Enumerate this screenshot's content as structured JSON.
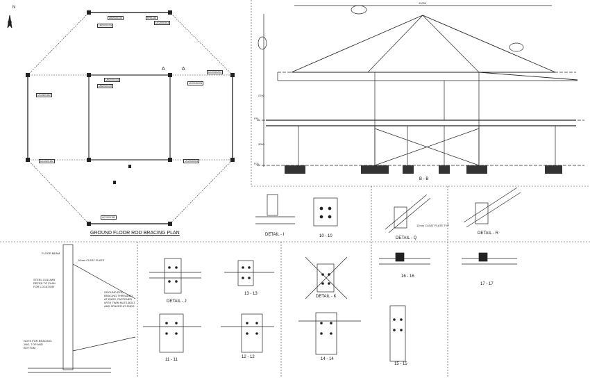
{
  "plan": {
    "title": "GROUND FLOOR ROD BRACING PLAN",
    "north_label": "N",
    "section_marks": [
      "A",
      "A"
    ],
    "member_tags": [
      "UB203X133",
      "RHS150",
      "UB203X133",
      "UC203X203",
      "UB203X133",
      "UC203X203",
      "UB203X133",
      "UC152X152",
      "UC203X203",
      "UC152X152",
      "UC203X203",
      "UC152X152"
    ]
  },
  "section_bb": {
    "title": "B - B",
    "level_marks": [
      "FFL",
      "FGL"
    ],
    "dim_labels": [
      "12000",
      "2700",
      "3000"
    ]
  },
  "details": [
    {
      "title": "DETAIL - I",
      "mark": "10"
    },
    {
      "title": "10 - 10",
      "mark": "10"
    },
    {
      "title": "DETAIL - Q",
      "mark": "16"
    },
    {
      "title": "16 - 16",
      "mark": "16"
    },
    {
      "title": "DETAIL - R",
      "mark": "17"
    },
    {
      "title": "17 - 17",
      "mark": "17"
    },
    {
      "title": "DETAIL - J",
      "mark": "12"
    },
    {
      "title": "13 - 13",
      "mark": "13"
    },
    {
      "title": "DETAIL - K",
      "mark": "14"
    },
    {
      "title": "11 - 11",
      "mark": "11"
    },
    {
      "title": "12 - 12",
      "mark": "12"
    },
    {
      "title": "14 - 14",
      "mark": "14"
    },
    {
      "title": "15 - 15",
      "mark": "15"
    }
  ],
  "notes": {
    "floor_beam": "FLOOR BEAM",
    "column_note": "STEEL COLUMN REFER TO PLAN FOR LOCATION",
    "rod_note": "GROUND ROD BRACING THREADED AT ENDS, FASTENED WITH TWIN NUTS BOLT AND SPACER AT ENDS",
    "bottom_note": "NOTE FOR BRACING: 1NO. TOP AND BOTTOM",
    "cleat_plate": "10mm CLEAT PLATE",
    "cleat_plate_typ": "12mm CLEAT PLATE TYP"
  }
}
